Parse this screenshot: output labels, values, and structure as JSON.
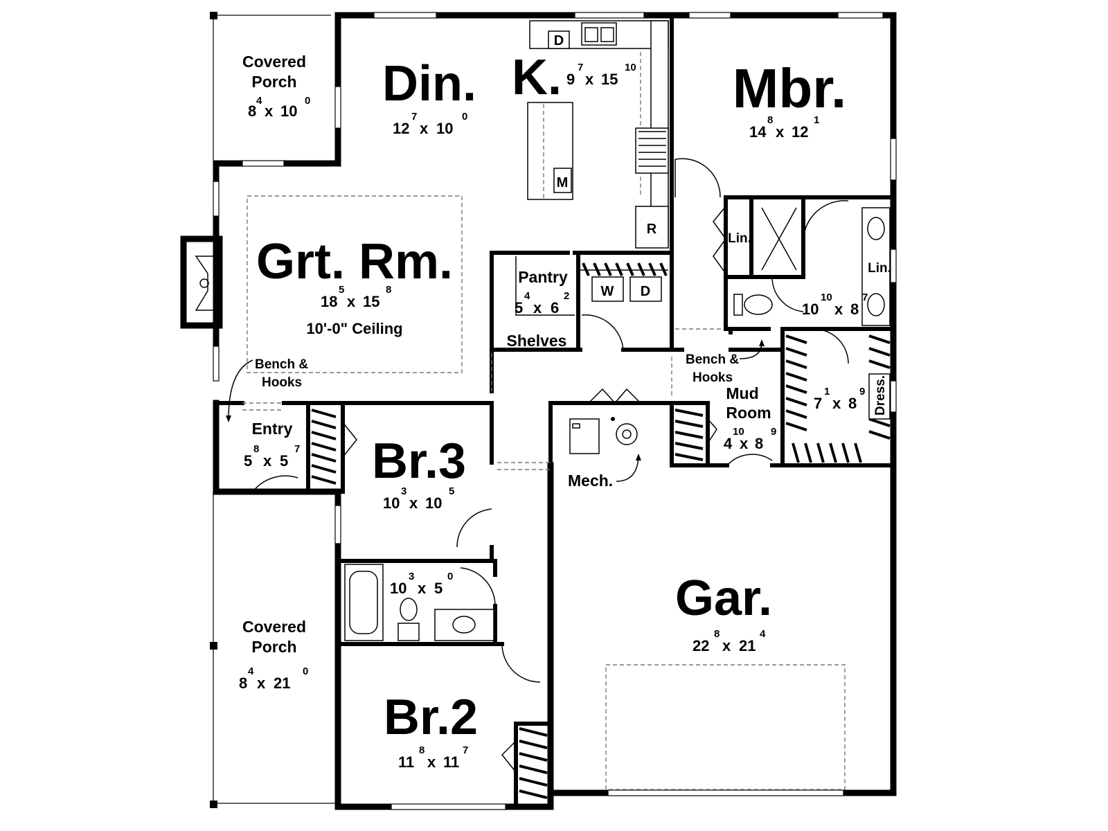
{
  "rooms": {
    "porch_top": {
      "name_line1": "Covered",
      "name_line2": "Porch",
      "w": "8",
      "w_in": "4",
      "h": "10",
      "h_in": "0"
    },
    "dining": {
      "name": "Din.",
      "w": "12",
      "w_in": "7",
      "h": "10",
      "h_in": "0"
    },
    "kitchen": {
      "name": "K.",
      "w": "9",
      "w_in": "7",
      "h": "15",
      "h_in": "10"
    },
    "master": {
      "name": "Mbr.",
      "w": "14",
      "w_in": "8",
      "h": "12",
      "h_in": "1"
    },
    "great_room": {
      "name": "Grt. Rm.",
      "w": "18",
      "w_in": "5",
      "h": "15",
      "h_in": "8",
      "note": "10'-0\" Ceiling"
    },
    "pantry": {
      "name": "Pantry",
      "w": "5",
      "w_in": "4",
      "h": "6",
      "h_in": "2",
      "note": "Shelves"
    },
    "master_bath": {
      "w": "10",
      "w_in": "10",
      "h": "8",
      "h_in": "7"
    },
    "master_closet": {
      "w": "7",
      "w_in": "1",
      "h": "8",
      "h_in": "9"
    },
    "entry": {
      "name": "Entry",
      "w": "5",
      "w_in": "8",
      "h": "5",
      "h_in": "7"
    },
    "mud_room": {
      "name_line1": "Mud",
      "name_line2": "Room",
      "w": "4",
      "w_in": "10",
      "h": "8",
      "h_in": "9"
    },
    "br3": {
      "name": "Br.3",
      "w": "10",
      "w_in": "3",
      "h": "10",
      "h_in": "5"
    },
    "bath2": {
      "w": "10",
      "w_in": "3",
      "h": "5",
      "h_in": "0"
    },
    "garage": {
      "name": "Gar.",
      "w": "22",
      "w_in": "8",
      "h": "21",
      "h_in": "4"
    },
    "porch_bottom": {
      "name_line1": "Covered",
      "name_line2": "Porch",
      "w": "8",
      "w_in": "4",
      "h": "21",
      "h_in": "0"
    },
    "br2": {
      "name": "Br.2",
      "w": "11",
      "w_in": "8",
      "h": "11",
      "h_in": "7"
    }
  },
  "labels": {
    "bench_hooks_1_line1": "Bench &",
    "bench_hooks_1_line2": "Hooks",
    "bench_hooks_2_line1": "Bench &",
    "bench_hooks_2_line2": "Hooks",
    "mech": "Mech.",
    "linen_1": "Lin.",
    "linen_2": "Lin.",
    "dresser": "Dress.",
    "times": "x"
  },
  "appliances": {
    "dishwasher": "D",
    "microwave": "M",
    "refrigerator": "R",
    "washer": "W",
    "dryer": "D"
  }
}
